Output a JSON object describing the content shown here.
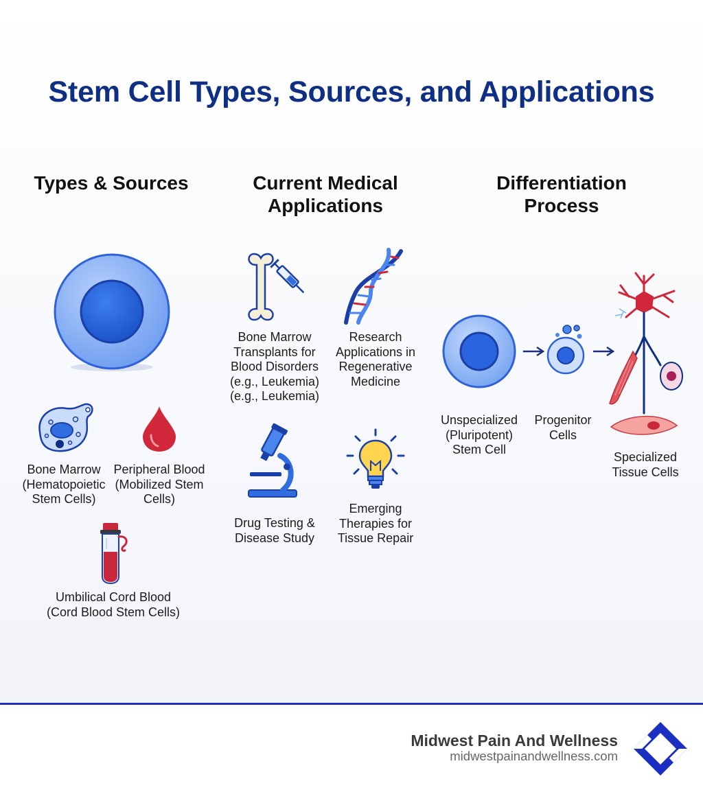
{
  "title": "Stem Cell Types, Sources, and Applications",
  "columns": {
    "types_sources": {
      "heading": "Types & Sources",
      "items": [
        {
          "line1": "Bone Marrow",
          "line2": "(Hematopoietic",
          "line3": "Stem Cells)",
          "icon": "bone-marrow-cell-icon"
        },
        {
          "line1": "Peripheral Blood",
          "line2": "(Mobilized Stem",
          "line3": "Cells)",
          "icon": "blood-drop-icon"
        },
        {
          "line1": "Umbilical Cord Blood",
          "line2": "(Cord Blood Stem Cells)",
          "icon": "cord-blood-vial-icon"
        }
      ]
    },
    "applications": {
      "heading_line1": "Current Medical",
      "heading_line2": "Applications",
      "items": [
        {
          "lines": [
            "Bone Marrow",
            "Transplants for",
            "Blood Disorders",
            "(e.g., Leukemia)",
            "(e.g., Leukemia)"
          ],
          "icon": "bone-syringe-icon"
        },
        {
          "lines": [
            "Research",
            "Applications in",
            "Regenerative",
            "Medicine"
          ],
          "icon": "dna-icon"
        },
        {
          "lines": [
            "Drug Testing &",
            "Disease Study"
          ],
          "icon": "microscope-icon"
        },
        {
          "lines": [
            "Emerging",
            "Therapies for",
            "Tissue Repair"
          ],
          "icon": "lightbulb-icon"
        }
      ]
    },
    "differentiation": {
      "heading_line1": "Differentiation",
      "heading_line2": "Process",
      "steps": [
        {
          "lines": [
            "Unspecialized",
            "(Pluripotent)",
            "Stem Cell"
          ],
          "icon": "stem-cell-icon"
        },
        {
          "lines": [
            "Progenitor",
            "Cells"
          ],
          "icon": "progenitor-cell-icon"
        },
        {
          "lines": [
            "Specialized",
            "Tissue Cells"
          ],
          "icon": "specialized-cells-icon"
        }
      ]
    }
  },
  "footer": {
    "brand": "Midwest Pain And Wellness",
    "url": "midwestpainandwellness.com",
    "logo": "diamond-logo-icon"
  },
  "colors": {
    "title": "#0f2e86",
    "accent": "#1b2ec2",
    "cell_blue": "#2f6de0",
    "blood_red": "#d0283a"
  }
}
